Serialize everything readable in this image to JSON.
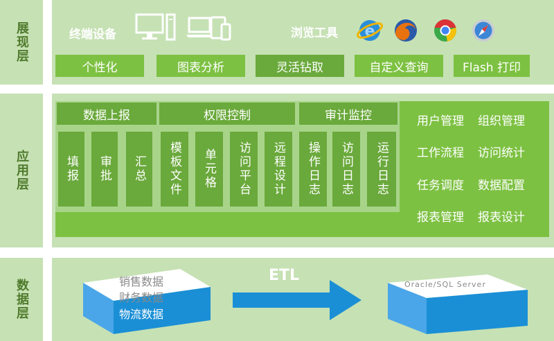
{
  "layers": {
    "presentation": "展现层",
    "application": "应用层",
    "data": "数据层"
  },
  "presentation": {
    "terminal_label": "终端设备",
    "browser_label": "浏览工具",
    "tools": [
      "个性化",
      "图表分析",
      "灵活钻取",
      "自定义查询",
      "Flash 打印"
    ]
  },
  "application": {
    "groups": [
      "数据上报",
      "权限控制",
      "审计监控"
    ],
    "items": [
      "填报",
      "审批",
      "汇总",
      "模板文件",
      "单元格",
      "访问平台",
      "远程设计",
      "操作日志",
      "访问日志",
      "运行日志"
    ],
    "functions": [
      "用户管理",
      "组织管理",
      "工作流程",
      "访问统计",
      "任务调度",
      "数据配置",
      "报表管理",
      "报表设计"
    ]
  },
  "data": {
    "sources": [
      "销售数据",
      "财务数据",
      "物流数据"
    ],
    "etl_label": "ETL",
    "target": "Oracle/SQL Server"
  },
  "colors": {
    "band": "#c6e1b4",
    "light_green": "#7dc142",
    "dark_green": "#6aa93b",
    "cube_blue": "#1a8fd6"
  },
  "icons": [
    "desktop-icon",
    "laptop-icon",
    "tablet-icon",
    "phone-icon",
    "ie-icon",
    "firefox-icon",
    "chrome-icon",
    "safari-icon"
  ]
}
